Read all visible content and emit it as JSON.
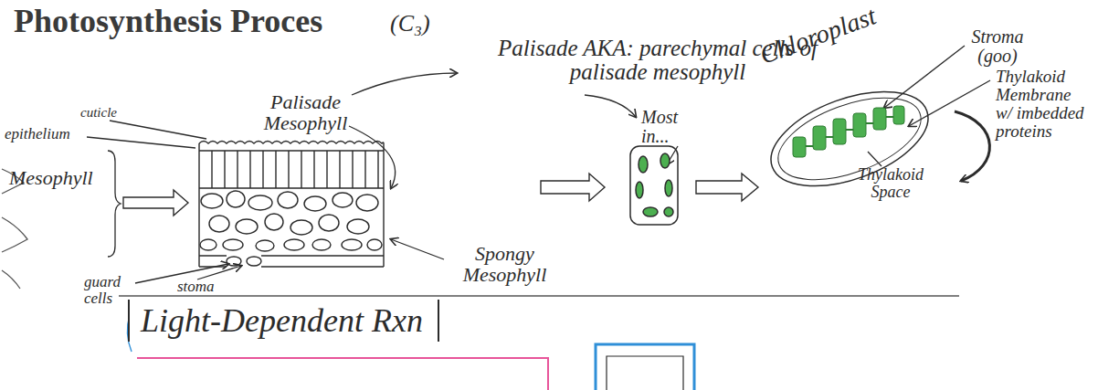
{
  "diagram": {
    "title": "Photosynthesis Proces",
    "nodes": [
      {
        "text": [
          "Light-Dependent Rxn"
        ]
      }
    ],
    "labels": [
      "(C₃)",
      "Palisade AKA: parechymal cells of palisade mesophyll",
      "cuticle",
      "epithelium",
      "Mesophyll",
      "Palisade Mesophyll",
      "Most in...",
      "Chloroplast",
      "Stroma (goo)",
      "Thylakoid Membrane w/ imbedded proteins",
      "Spongy Mesophyll",
      "guard cells",
      "stoma",
      "Thylakoid Space"
    ]
  }
}
